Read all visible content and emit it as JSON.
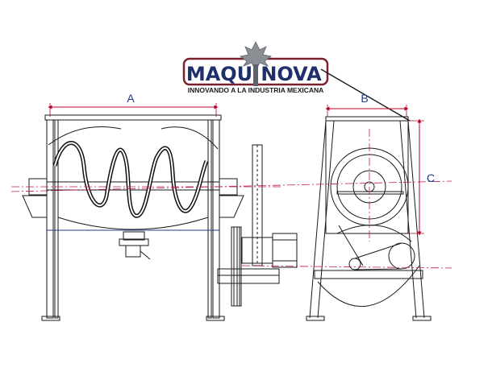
{
  "logo": {
    "left_word": "MAQU",
    "right_word": "NOVA",
    "tagline": "INNOVANDO A LA INDUSTRIA MEXICANA",
    "brand_color": "#7a1f2b",
    "icon": "maple-leaf-icon"
  },
  "dimensions": {
    "a": "A",
    "b": "B",
    "c": "C",
    "dimension_color": "#b8002a",
    "label_color": "#1f3a8a"
  },
  "drawing": {
    "line_color": "#1a1a1a",
    "centerline_color": "#c2185b",
    "fill_line_color": "#1f3a8a"
  }
}
